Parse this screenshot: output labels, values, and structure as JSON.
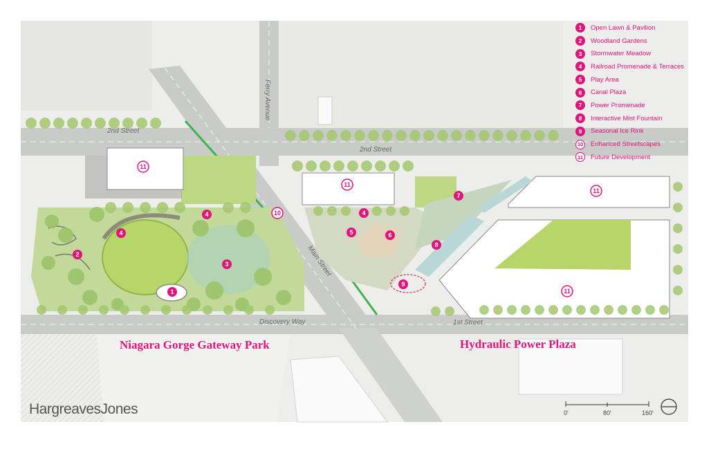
{
  "legend": {
    "items": [
      {
        "num": "1",
        "label": "Open Lawn & Pavilion",
        "style": "filled"
      },
      {
        "num": "2",
        "label": "Woodland Gardens",
        "style": "filled"
      },
      {
        "num": "3",
        "label": "Stormwater Meadow",
        "style": "filled"
      },
      {
        "num": "4",
        "label": "Railroad Promenade & Terraces",
        "style": "filled"
      },
      {
        "num": "5",
        "label": "Play Area",
        "style": "filled"
      },
      {
        "num": "6",
        "label": "Canal Plaza",
        "style": "filled"
      },
      {
        "num": "7",
        "label": "Power Promenade",
        "style": "filled"
      },
      {
        "num": "8",
        "label": "Interactive Mist Fountain",
        "style": "filled"
      },
      {
        "num": "9",
        "label": "Seasonal Ice Rink",
        "style": "filled"
      },
      {
        "num": "10",
        "label": "Enhanced Streetscapes",
        "style": "outline"
      },
      {
        "num": "11",
        "label": "Future Development",
        "style": "outline"
      }
    ]
  },
  "streets": {
    "second_street_west": "2nd Street",
    "second_street_east": "2nd Street",
    "ferry_avenue": "Ferry Avenue",
    "main_street": "Main Street",
    "discovery_way": "Discovery Way",
    "first_street": "1st Street"
  },
  "titles": {
    "gateway_park": "Niagara Gorge Gateway Park",
    "power_plaza": "Hydraulic Power Plaza"
  },
  "logo": "HargreavesJones",
  "scale_bar": {
    "labels": [
      "0'",
      "80'",
      "160'"
    ]
  },
  "markers": {
    "m1": "1",
    "m2": "2",
    "m3": "3",
    "m4a": "4",
    "m4b": "4",
    "m4c": "4",
    "m5": "5",
    "m6": "6",
    "m7": "7",
    "m8": "8",
    "m9": "9",
    "m10": "10",
    "m11a": "11",
    "m11b": "11",
    "m11c": "11",
    "m11d": "11"
  },
  "colors": {
    "accent": "#e0147a",
    "lawn": "#b8d56a",
    "tree": "#9cc46a",
    "building": "#ffffff",
    "road": "#c9cbc9",
    "water": "#b9d7d6"
  }
}
